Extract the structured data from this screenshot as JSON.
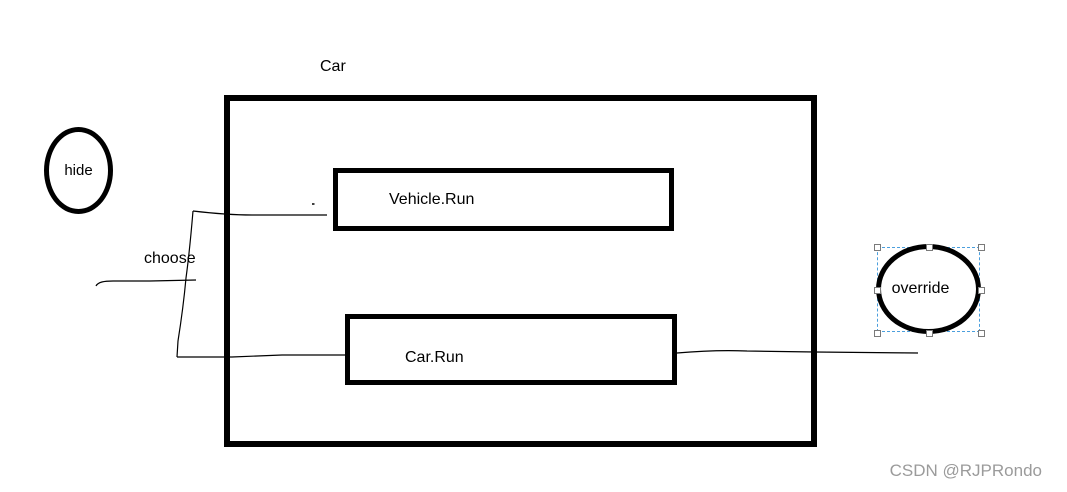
{
  "diagram": {
    "outer_class_label": "Car",
    "hide_ellipse_label": "hide",
    "override_ellipse_label": "override",
    "choose_label": "choose",
    "vehicle_run_box_label": "Vehicle.Run",
    "car_run_box_label": "Car.Run"
  },
  "watermark": "CSDN @RJPRondo",
  "colors": {
    "stroke": "#000000",
    "background": "#ffffff",
    "selection_dash_blue": "#4b9fdd",
    "handle_border_gray": "#7a7a7a",
    "watermark_gray": "#9b9b9b"
  }
}
